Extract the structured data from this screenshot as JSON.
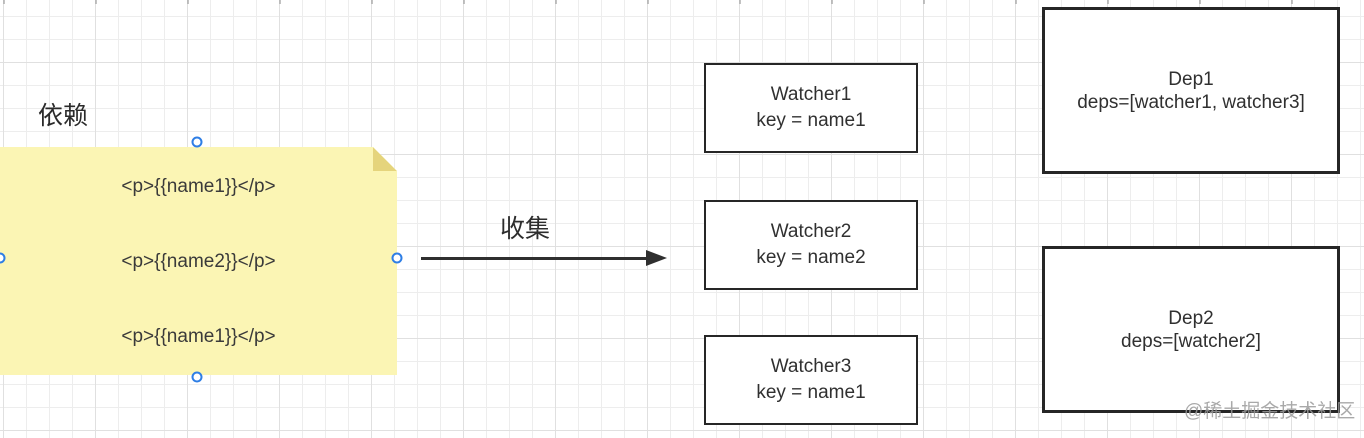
{
  "note": {
    "label": "依赖",
    "code_lines": [
      "<p>{{name1}}</p>",
      "<p>{{name2}}</p>",
      "<p>{{name1}}</p>"
    ]
  },
  "arrow": {
    "label": "收集"
  },
  "watchers": [
    {
      "title": "Watcher1",
      "key": "key = name1"
    },
    {
      "title": "Watcher2",
      "key": "key = name2"
    },
    {
      "title": "Watcher3",
      "key": "key = name1"
    }
  ],
  "deps": [
    {
      "title": "Dep1",
      "deps_list": "deps=[watcher1, watcher3]"
    },
    {
      "title": "Dep2",
      "deps_list": "deps=[watcher2]"
    }
  ],
  "watermark": {
    "text": "@稀土掘金技术社区"
  },
  "colors": {
    "note-fill": "#fbf5b4",
    "note-fold": "#e5d47c",
    "handle-stroke": "#2e7ee5",
    "shape-border": "#262626",
    "arrow": "#2f2f2f",
    "watermark": "#9b9b9b",
    "grid-minor": "#ededed",
    "grid-major": "#e0e0e0"
  }
}
